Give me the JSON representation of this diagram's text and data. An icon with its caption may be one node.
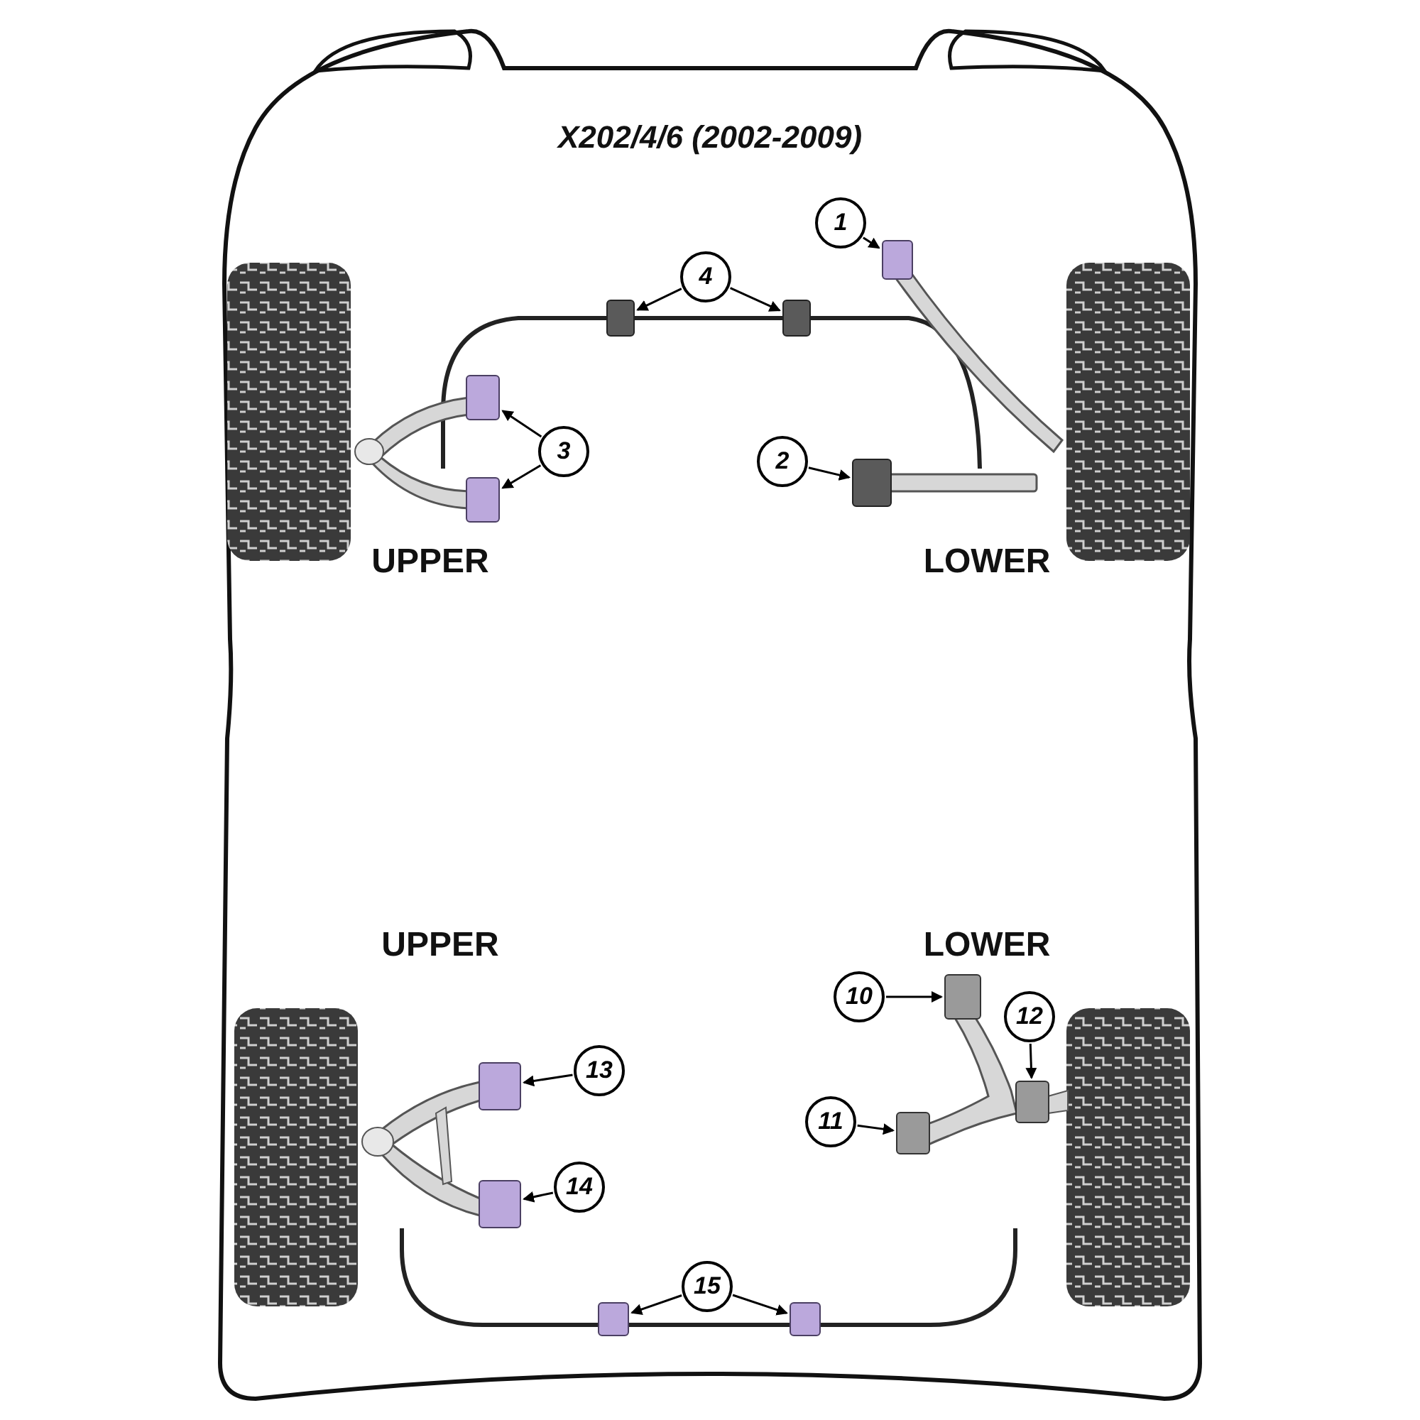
{
  "diagram": {
    "title": "X202/4/6 (2002-2009)",
    "nodes": [
      {
        "text": [
          "1"
        ]
      },
      {
        "text": [],
        "shape": "box"
      },
      {
        "text": [
          "4"
        ]
      },
      {
        "text": [],
        "shape": "box"
      },
      {
        "text": [],
        "shape": "box"
      },
      {
        "text": [
          "3"
        ]
      },
      {
        "text": [],
        "shape": "box"
      },
      {
        "text": [],
        "shape": "box"
      },
      {
        "text": [
          "2"
        ]
      },
      {
        "text": [],
        "shape": "box"
      },
      {
        "text": [
          "10"
        ]
      },
      {
        "text": [],
        "shape": "box"
      },
      {
        "text": [
          "12"
        ]
      },
      {
        "text": [],
        "shape": "box"
      },
      {
        "text": [
          "13"
        ]
      },
      {
        "text": [],
        "shape": "box"
      },
      {
        "text": [
          "11"
        ]
      },
      {
        "text": [],
        "shape": "box"
      },
      {
        "text": [
          "14"
        ]
      },
      {
        "text": [],
        "shape": "box"
      },
      {
        "text": [
          "15"
        ]
      },
      {
        "text": [],
        "shape": "box"
      },
      {
        "text": [],
        "shape": "box"
      }
    ],
    "edges": [
      {
        "from": 0,
        "to": 1,
        "arrow": "to"
      },
      {
        "from": 2,
        "to": 3,
        "arrow": "to"
      },
      {
        "from": 2,
        "to": 4,
        "arrow": "to"
      },
      {
        "from": 5,
        "to": 6,
        "arrow": "to"
      },
      {
        "from": 5,
        "to": 7,
        "arrow": "to"
      },
      {
        "from": 8,
        "to": 9,
        "arrow": "to"
      },
      {
        "from": 10,
        "to": 11,
        "arrow": "to"
      },
      {
        "from": 12,
        "to": 13,
        "arrow": "to"
      },
      {
        "from": 14,
        "to": 15,
        "arrow": "to"
      },
      {
        "from": 16,
        "to": 17,
        "arrow": "to"
      },
      {
        "from": 18,
        "to": 19,
        "arrow": "to"
      },
      {
        "from": 20,
        "to": 21,
        "arrow": "to"
      },
      {
        "from": 20,
        "to": 22,
        "arrow": "to"
      }
    ],
    "labels": [
      "UPPER",
      "LOWER",
      "UPPER",
      "LOWER"
    ]
  }
}
